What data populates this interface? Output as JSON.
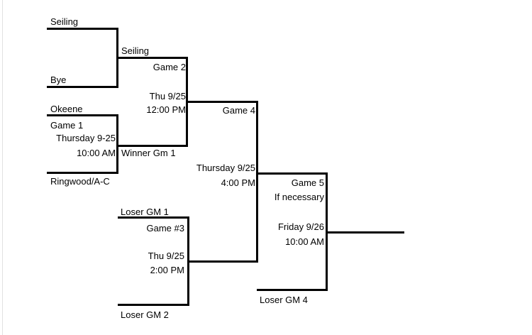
{
  "page": {
    "background": "#ffffff",
    "edge_color": "#e2e2e2"
  },
  "colors": {
    "line": "#000000",
    "text": "#000000"
  },
  "bracket": {
    "round1_match1": {
      "team_top": "Seiling",
      "team_bottom": "Bye",
      "winner": "Seiling"
    },
    "round1_match2": {
      "team_top": "Okeene",
      "team_bottom": "Ringwood/A-C",
      "game_label": "Game 1",
      "date": "Thursday 9-25",
      "time": "10:00 AM",
      "winner": "Winner Gm 1"
    },
    "game2": {
      "label": "Game 2",
      "date": "Thu 9/25",
      "time": "12:00 PM"
    },
    "game3": {
      "label": "Game #3",
      "entrant_top": "Loser GM 1",
      "entrant_bottom": "Loser GM 2",
      "date": "Thu 9/25",
      "time": "2:00 PM"
    },
    "game4": {
      "label": "Game 4",
      "date": "Thursday 9/25",
      "time": "4:00 PM"
    },
    "game5": {
      "label": "Game 5",
      "note": "If necessary",
      "date": "Friday 9/26",
      "time": "10:00 AM",
      "entrant_bottom": "Loser GM 4"
    }
  }
}
